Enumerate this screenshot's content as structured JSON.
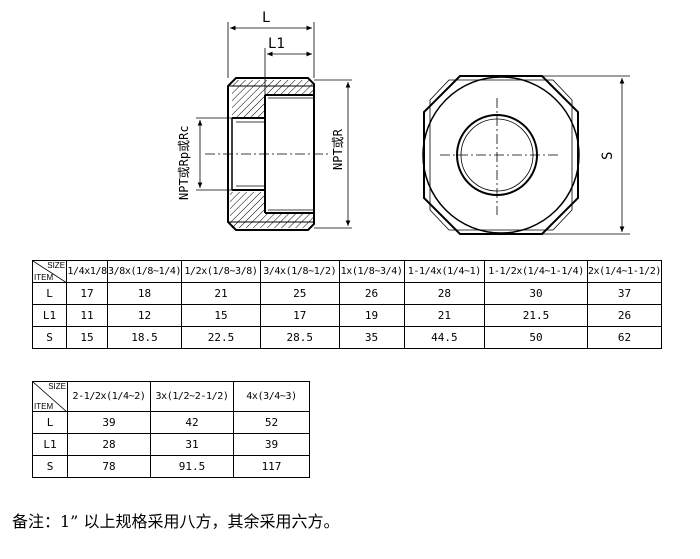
{
  "drawing": {
    "dim_L": "L",
    "dim_L1": "L1",
    "label_inner_thread": "NPT或Rp或Rc",
    "label_outer_thread": "NPT或R",
    "dim_S": "S"
  },
  "table1": {
    "corner_size": "SIZE",
    "corner_item": "ITEM",
    "headers": [
      "1/4x1/8",
      "3/8x(1/8~1/4)",
      "1/2x(1/8~3/8)",
      "3/4x(1/8~1/2)",
      "1x(1/8~3/4)",
      "1-1/4x(1/4~1)",
      "1-1/2x(1/4~1-1/4)",
      "2x(1/4~1-1/2)"
    ],
    "rows": [
      {
        "item": "L",
        "values": [
          "17",
          "18",
          "21",
          "25",
          "26",
          "28",
          "30",
          "37"
        ]
      },
      {
        "item": "L1",
        "values": [
          "11",
          "12",
          "15",
          "17",
          "19",
          "21",
          "21.5",
          "26"
        ]
      },
      {
        "item": "S",
        "values": [
          "15",
          "18.5",
          "22.5",
          "28.5",
          "35",
          "44.5",
          "50",
          "62"
        ]
      }
    ]
  },
  "table2": {
    "corner_size": "SIZE",
    "corner_item": "ITEM",
    "headers": [
      "2-1/2x(1/4~2)",
      "3x(1/2~2-1/2)",
      "4x(3/4~3)"
    ],
    "rows": [
      {
        "item": "L",
        "values": [
          "39",
          "42",
          "52"
        ]
      },
      {
        "item": "L1",
        "values": [
          "28",
          "31",
          "39"
        ]
      },
      {
        "item": "S",
        "values": [
          "78",
          "91.5",
          "117"
        ]
      }
    ]
  },
  "note": "备注：1” 以上规格采用八方，其余采用六方。"
}
